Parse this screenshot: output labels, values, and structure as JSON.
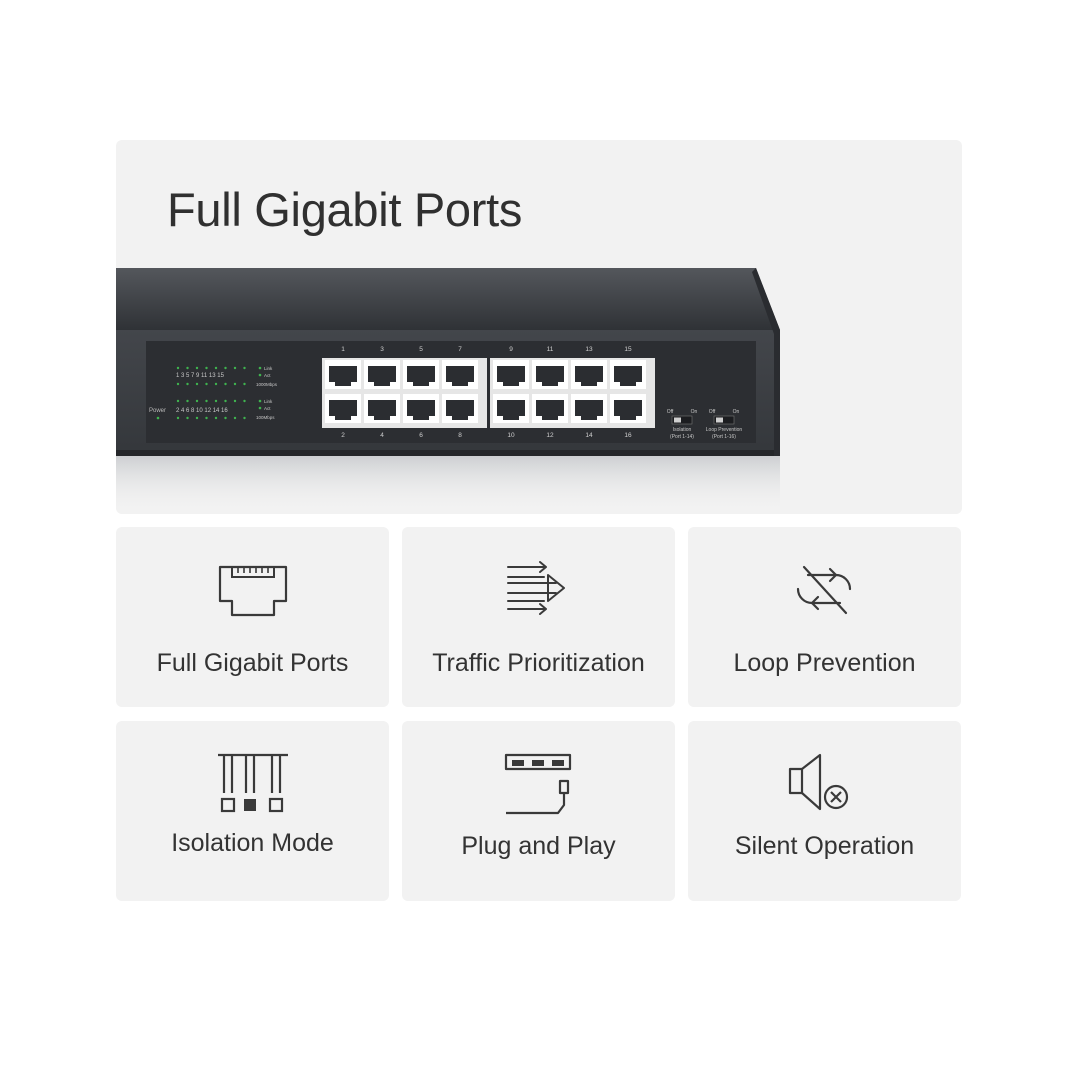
{
  "hero": {
    "title": "Full Gigabit Ports",
    "port_numbers_top": [
      "1",
      "3",
      "5",
      "7",
      "9",
      "11",
      "13",
      "15"
    ],
    "port_numbers_bottom": [
      "2",
      "4",
      "6",
      "8",
      "10",
      "12",
      "14",
      "16"
    ],
    "led_top_numbers": "1 3 5 7 9 11 13 15",
    "led_bottom_numbers": "2 4 6 8 10 12 14 16",
    "led_labels": [
      "Link",
      "Act",
      "1000Mbps"
    ],
    "led_labels_bottom": [
      "Link",
      "Act",
      "100Mbps"
    ],
    "power_label": "Power",
    "switch_isolation": {
      "off": "Off",
      "on": "On",
      "name": "Isolation",
      "range": "(Port 1-14)"
    },
    "switch_loop": {
      "off": "Off",
      "on": "On",
      "name": "Loop Prevention",
      "range": "(Port 1-16)"
    }
  },
  "features": [
    {
      "label": "Full Gigabit Ports",
      "icon": "ethernet-port-icon"
    },
    {
      "label": "Traffic Prioritization",
      "icon": "traffic-arrows-icon"
    },
    {
      "label": "Loop Prevention",
      "icon": "loop-prevention-icon"
    },
    {
      "label": "Isolation Mode",
      "icon": "isolation-mode-icon"
    },
    {
      "label": "Plug and Play",
      "icon": "plug-and-play-icon"
    },
    {
      "label": "Silent Operation",
      "icon": "silent-operation-icon"
    }
  ],
  "colors": {
    "panel": "#f2f2f2",
    "led_green": "#3fb34f",
    "switch_body": "#3a3d42"
  }
}
